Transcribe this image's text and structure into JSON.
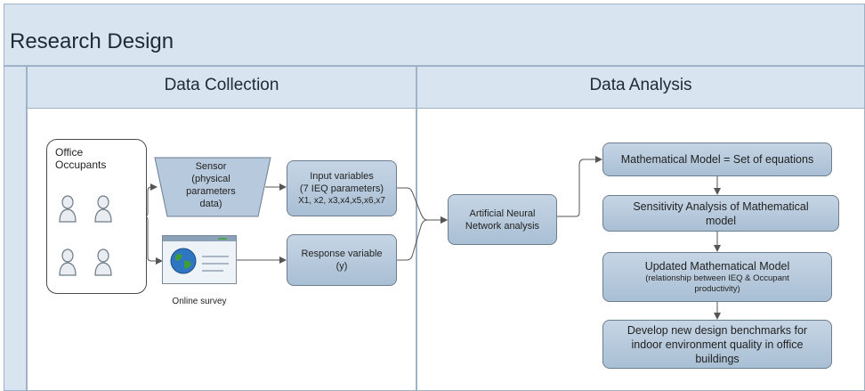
{
  "pool": {
    "title": "Research Design"
  },
  "lanes": {
    "left_title": "Data Collection",
    "right_title": "Data Analysis"
  },
  "occupants": {
    "title": "Office Occupants"
  },
  "sensor": {
    "line1": "Sensor",
    "line2": "(physical",
    "line3": "parameters",
    "line4": "data)"
  },
  "input_vars": {
    "line1": "Input variables",
    "line2": "(7 IEQ parameters)",
    "line3": "X1, x2, x3,x4,x5,x6,x7"
  },
  "survey": {
    "caption": "Online survey"
  },
  "response_var": {
    "line1": "Response variable",
    "line2": "(y)"
  },
  "ann": {
    "line1": "Artificial Neural",
    "line2": "Network analysis"
  },
  "math_model": {
    "label": "Mathematical Model = Set of equations"
  },
  "sensitivity": {
    "line1": "Sensitivity Analysis of Mathematical",
    "line2": "model"
  },
  "updated_model": {
    "line1": "Updated Mathematical Model",
    "line2": "(relationship between IEQ & Occupant",
    "line3": "productivity)"
  },
  "benchmarks": {
    "line1": "Develop new design benchmarks for",
    "line2": "indoor environment quality in office",
    "line3": "buildings"
  },
  "colors": {
    "node_fill": "#b7c9dc",
    "header_fill": "#d9e4f1",
    "border": "#9fb3c8"
  }
}
